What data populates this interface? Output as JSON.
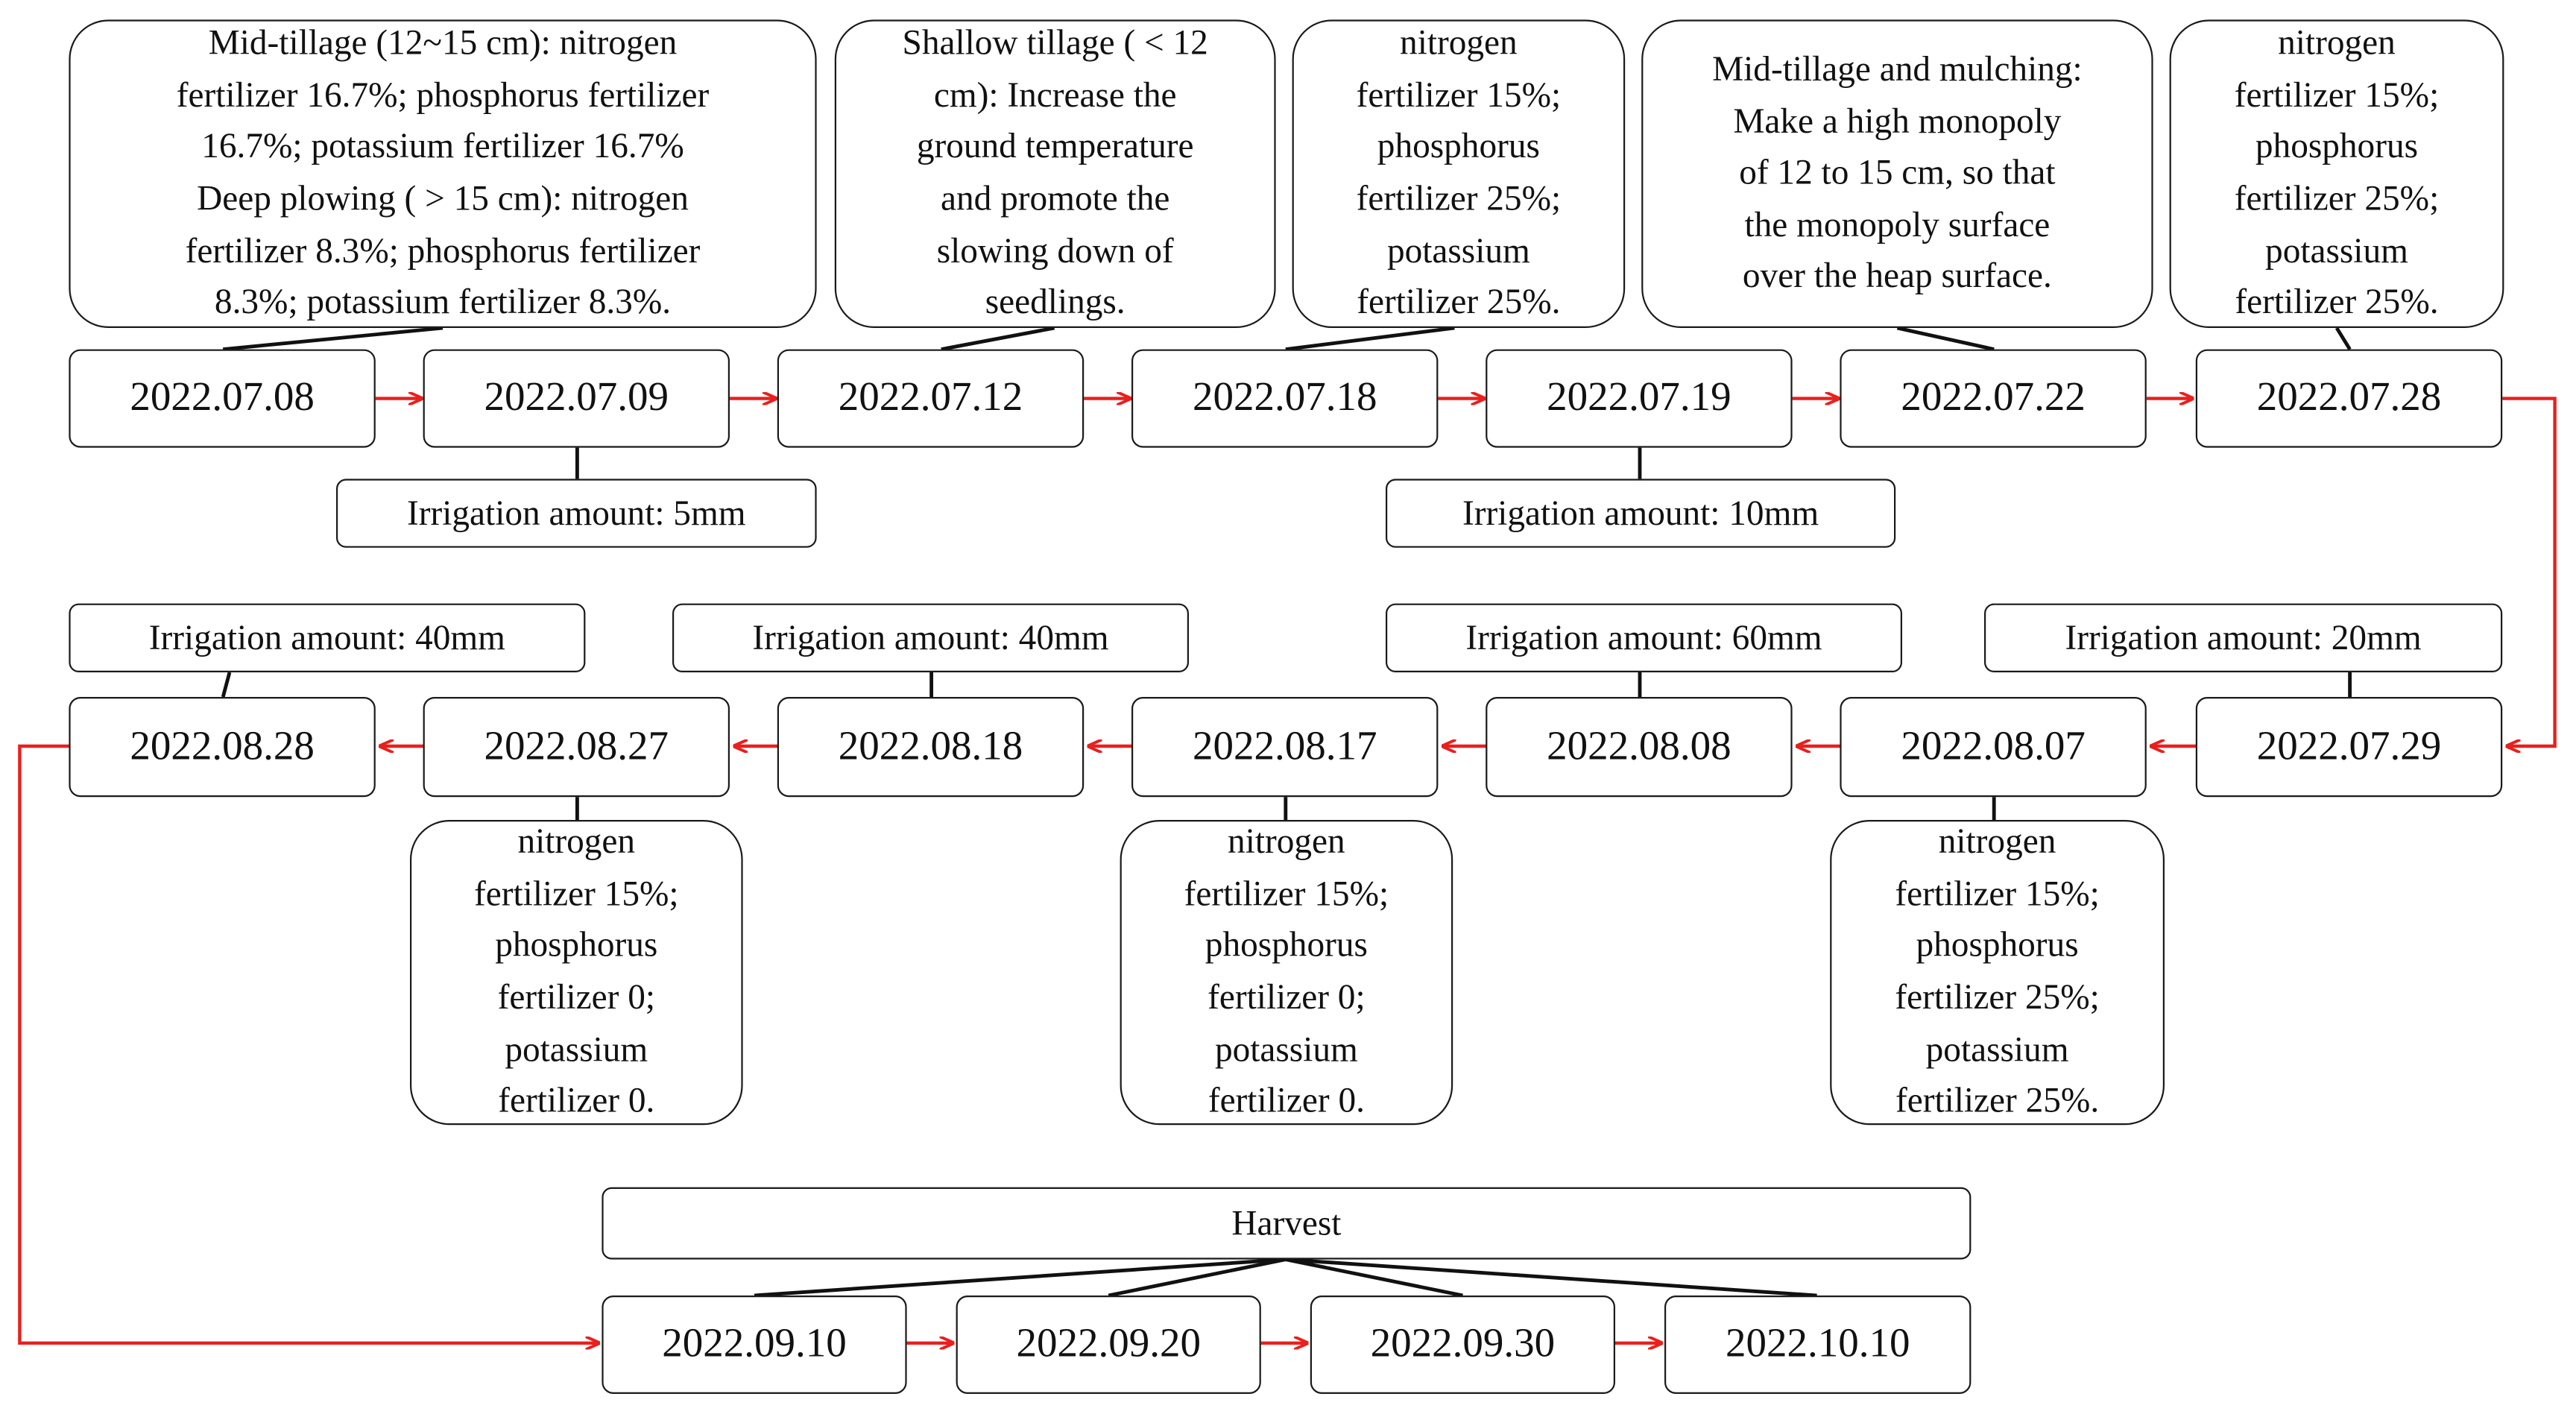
{
  "dates": {
    "d0708": "2022.07.08",
    "d0709": "2022.07.09",
    "d0712": "2022.07.12",
    "d0718": "2022.07.18",
    "d0719": "2022.07.19",
    "d0722": "2022.07.22",
    "d0728": "2022.07.28",
    "d0729": "2022.07.29",
    "d0807": "2022.08.07",
    "d0808": "2022.08.08",
    "d0817": "2022.08.17",
    "d0818": "2022.08.18",
    "d0827": "2022.08.27",
    "d0828": "2022.08.28",
    "d0910": "2022.09.10",
    "d0920": "2022.09.20",
    "d0930": "2022.09.30",
    "d1010": "2022.10.10"
  },
  "irrigation": {
    "i0709": "Irrigation amount: 5mm",
    "i0719": "Irrigation amount: 10mm",
    "i0828": "Irrigation amount: 40mm",
    "i0818": "Irrigation amount: 40mm",
    "i0808": "Irrigation amount: 60mm",
    "i0729": "Irrigation amount: 20mm"
  },
  "notes": {
    "n0708": "Mid-tillage (12~15 cm): nitrogen\nfertilizer 16.7%; phosphorus fertilizer\n16.7%; potassium fertilizer 16.7%\nDeep plowing ( > 15 cm): nitrogen\nfertilizer 8.3%; phosphorus fertilizer\n8.3%; potassium fertilizer 8.3%.",
    "n0712": "Shallow tillage ( < 12\ncm): Increase the\nground temperature\nand promote the\nslowing down of\nseedlings.",
    "n0718": "nitrogen\nfertilizer 15%;\nphosphorus\nfertilizer 25%;\npotassium\nfertilizer 25%.",
    "n0722": "Mid-tillage and mulching:\nMake a high monopoly\nof 12 to 15 cm, so that\nthe monopoly surface\nover the heap surface.",
    "n0728": "nitrogen\nfertilizer 15%;\nphosphorus\nfertilizer 25%;\npotassium\nfertilizer 25%.",
    "n0827": "nitrogen\nfertilizer 15%;\nphosphorus\nfertilizer 0;\npotassium\nfertilizer 0.",
    "n0817": "nitrogen\nfertilizer 15%;\nphosphorus\nfertilizer 0;\npotassium\nfertilizer 0.",
    "n0807": "nitrogen\nfertilizer 15%;\nphosphorus\nfertilizer 25%;\npotassium\nfertilizer 25%."
  },
  "harvest": {
    "label": "Harvest"
  },
  "colors": {
    "arrow": "#e8201e",
    "line": "#111111",
    "border": "#1a1a1a"
  }
}
